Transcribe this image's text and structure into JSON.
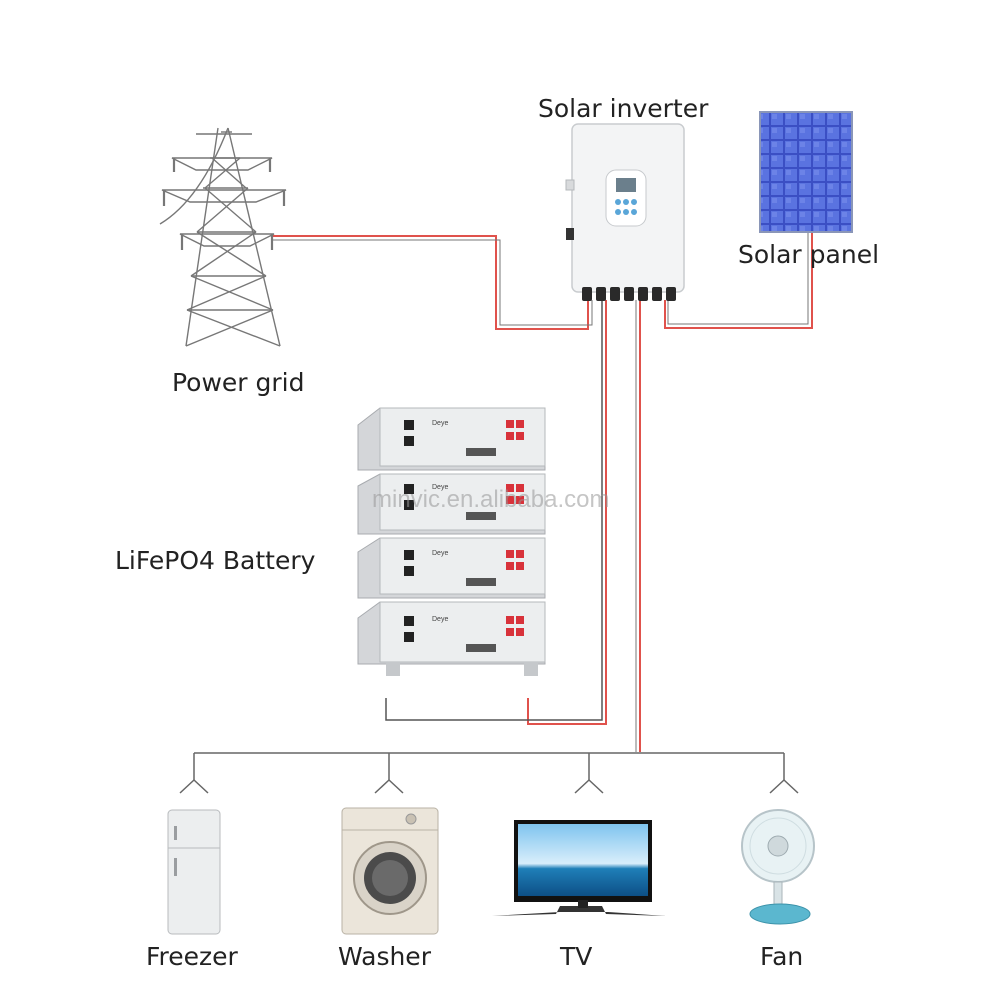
{
  "labels": {
    "inverter": "Solar inverter",
    "solar_panel": "Solar panel",
    "power_grid": "Power grid",
    "battery": "LiFePO4  Battery",
    "freezer": "Freezer",
    "washer": "Washer",
    "tv": "TV",
    "fan": "Fan"
  },
  "watermark": "minvic.en.alibaba.com",
  "battery_brand": "Deye",
  "colors": {
    "wire_red": "#e0524c",
    "wire_gray": "#555555",
    "wire_black": "#333333"
  },
  "icons": [
    "transmission-tower-icon",
    "inverter-icon",
    "solar-panel-icon",
    "battery-stack-icon",
    "freezer-icon",
    "washer-icon",
    "tv-icon",
    "fan-icon"
  ]
}
